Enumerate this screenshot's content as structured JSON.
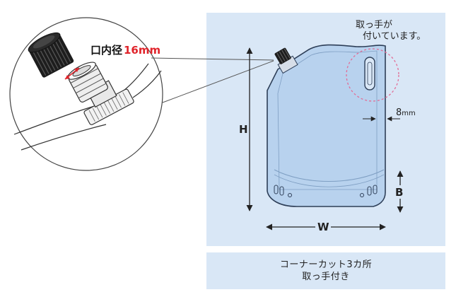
{
  "callout": {
    "label": "口内径",
    "value": "16mm",
    "accent_color": "#e0242b"
  },
  "dimensions": {
    "height": "H",
    "width": "W",
    "bottom": "B",
    "handle_gap": "8",
    "handle_gap_unit": "mm"
  },
  "handle_note": {
    "line1": "取っ手が",
    "line2": "付いています。"
  },
  "caption": {
    "line1": "コーナーカット3カ所",
    "line2": "取っ手付き"
  },
  "colors": {
    "panel": "#d9e7f6",
    "pouch_fill": "#b8d2ee",
    "pouch_stroke": "#2d3e57",
    "handle_ring": "#e26d96"
  }
}
